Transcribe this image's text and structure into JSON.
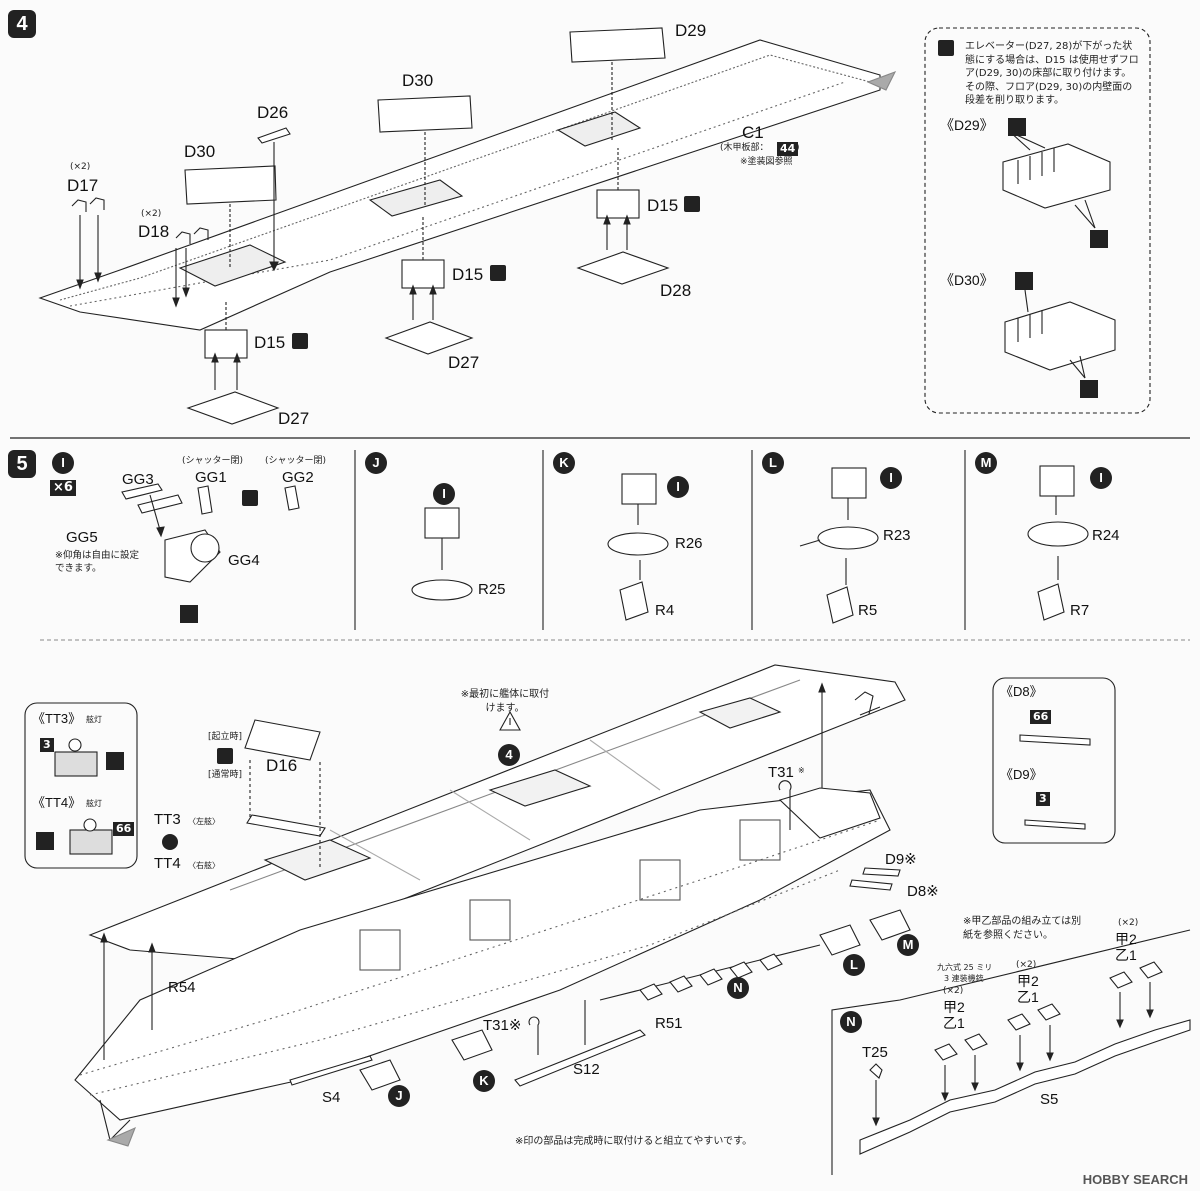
{
  "steps": {
    "step4": "4",
    "step5": "5"
  },
  "step4_parts": {
    "D29": "D29",
    "D30_top": "D30",
    "D26": "D26",
    "D30_left": "D30",
    "D17_mult": "(×2)",
    "D17": "D17",
    "D18_mult": "(×2)",
    "D18": "D18",
    "C1": "C1",
    "C1_note_a": "(木甲板部：",
    "C1_badge": "44",
    "C1_note_b": ")",
    "C1_note_c": "※塗装図参照",
    "D15_a": "D15",
    "D15_b": "D15",
    "D15_c": "D15",
    "D28": "D28",
    "D27_a": "D27",
    "D27_b": "D27"
  },
  "elevator_note": {
    "text": "エレベーター(D27, 28)が下がった状態にする場合は、D15 は使用せずフロア(D29, 30)の床部に取り付けます。その際、フロア(D29, 30)の内壁面の段差を削り取ります。",
    "d29": "《D29》",
    "d30": "《D30》"
  },
  "gun_parts": {
    "I_label": "I",
    "x6": "×6",
    "GG3": "GG3",
    "GG1": "GG1",
    "GG2": "GG2",
    "shutter1": "(シャッター閉)",
    "shutter2": "(シャッター閉)",
    "GG5": "GG5",
    "GG4": "GG4",
    "angle_note": "※仰角は自由に設定できます。"
  },
  "mounts": {
    "J": "J",
    "K": "K",
    "L": "L",
    "M": "M",
    "I_j": "I",
    "I_k": "I",
    "I_l": "I",
    "I_m": "I",
    "R25": "R25",
    "R26": "R26",
    "R4": "R4",
    "R23": "R23",
    "R5": "R5",
    "R24": "R24",
    "R7": "R7"
  },
  "step5_hull": {
    "tt3": "《TT3》",
    "tt3_sub": "舷灯",
    "tt3_badge": "3",
    "tt4": "《TT4》",
    "tt4_sub": "舷灯",
    "tt4_badge": "66",
    "raised": "[起立時]",
    "normal": "[通常時]",
    "D16": "D16",
    "TT3": "TT3",
    "TT3_side": "〈左舷〉",
    "TT4": "TT4",
    "TT4_side": "〈右舷〉",
    "first_note": "※最初に艦体に取付けます。",
    "step_ref": "4",
    "T31_top": "T31",
    "T31_mark": "※",
    "D9": "D9※",
    "D8": "D8※",
    "R54": "R54",
    "S4": "S4",
    "T31_bot": "T31※",
    "S12": "S12",
    "R51": "R51",
    "J": "J",
    "K": "K",
    "L": "L",
    "M": "M",
    "N": "N",
    "bottom_note": "※印の部品は完成時に取付けると組立てやすいです。"
  },
  "d8_box": {
    "d8": "《D8》",
    "d8_badge": "66",
    "d9": "《D9》",
    "d9_badge": "3"
  },
  "n_section": {
    "N": "N",
    "note": "※甲乙部品の組み立ては別紙を参照ください。",
    "gun_label_a": "九六式 25 ミリ",
    "gun_label_b": "3 連装機銃",
    "x2_a": "(×2)",
    "kou_a": "甲2",
    "otsu_a": "乙1",
    "x2_b": "(×2)",
    "kou_b": "甲2",
    "otsu_b": "乙1",
    "x2_c": "(×2)",
    "kou_c": "甲2",
    "otsu_c": "乙1",
    "T25": "T25",
    "S5": "S5"
  },
  "watermark": "HOBBY SEARCH"
}
